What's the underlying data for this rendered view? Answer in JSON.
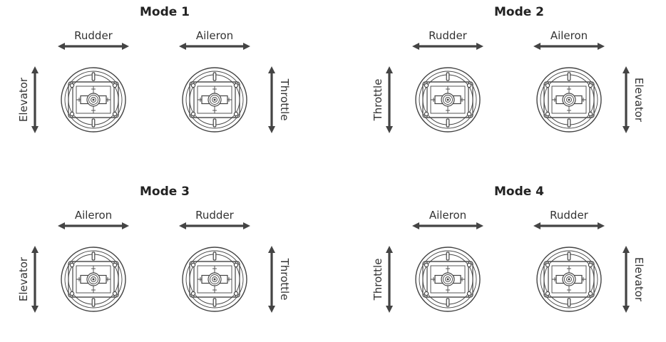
{
  "modes": [
    {
      "title": "Mode 1",
      "left_stick": {
        "horizontal": "Rudder",
        "vertical": "Elevator"
      },
      "right_stick": {
        "horizontal": "Aileron",
        "vertical": "Throttle"
      }
    },
    {
      "title": "Mode 2",
      "left_stick": {
        "horizontal": "Rudder",
        "vertical": "Throttle"
      },
      "right_stick": {
        "horizontal": "Aileron",
        "vertical": "Elevator"
      }
    },
    {
      "title": "Mode 3",
      "left_stick": {
        "horizontal": "Aileron",
        "vertical": "Elevator"
      },
      "right_stick": {
        "horizontal": "Rudder",
        "vertical": "Throttle"
      }
    },
    {
      "title": "Mode 4",
      "left_stick": {
        "horizontal": "Aileron",
        "vertical": "Throttle"
      },
      "right_stick": {
        "horizontal": "Rudder",
        "vertical": "Elevator"
      }
    }
  ],
  "colors": {
    "line": "#444444",
    "text": "#222222",
    "background": "#ffffff"
  }
}
